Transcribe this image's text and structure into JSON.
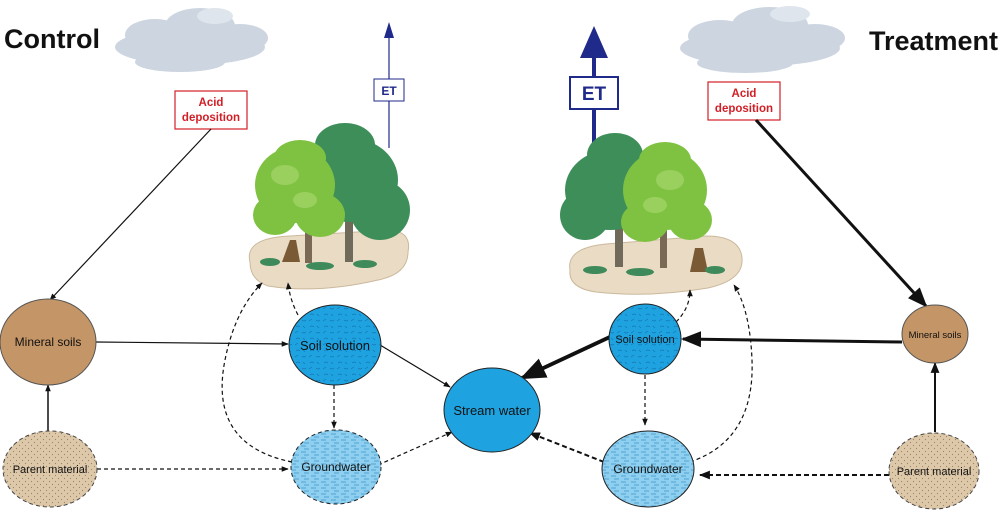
{
  "panels": {
    "control": {
      "title": "Control",
      "acid_label_line1": "Acid",
      "acid_label_line2": "deposition",
      "et_label": "ET"
    },
    "treatment": {
      "title": "Treatment",
      "acid_label_line1": "Acid",
      "acid_label_line2": "deposition",
      "et_label": "ET"
    }
  },
  "nodes": {
    "control": {
      "mineral_soils": "Mineral soils",
      "soil_solution": "Soil solution",
      "groundwater": "Groundwater",
      "parent_material": "Parent material"
    },
    "shared": {
      "stream_water": "Stream water"
    },
    "treatment": {
      "mineral_soils": "Mineral soils",
      "soil_solution": "Soil solution",
      "groundwater": "Groundwater",
      "parent_material": "Parent material"
    }
  },
  "colors": {
    "acid_box_border": "#d11f26",
    "acid_text": "#d11f26",
    "et_arrow": "#1f2a8a",
    "mineral_soil": "#c49566",
    "parent_material": "#ddc8aa",
    "soil_solution": "#1ea3e0",
    "groundwater": "#8fd0f0",
    "stream_water": "#1ea3e0",
    "cloud": "#c9d2de",
    "tree_light": "#7fc242",
    "tree_dark": "#3e8e5a",
    "ground_patch": "#eadbc5"
  }
}
